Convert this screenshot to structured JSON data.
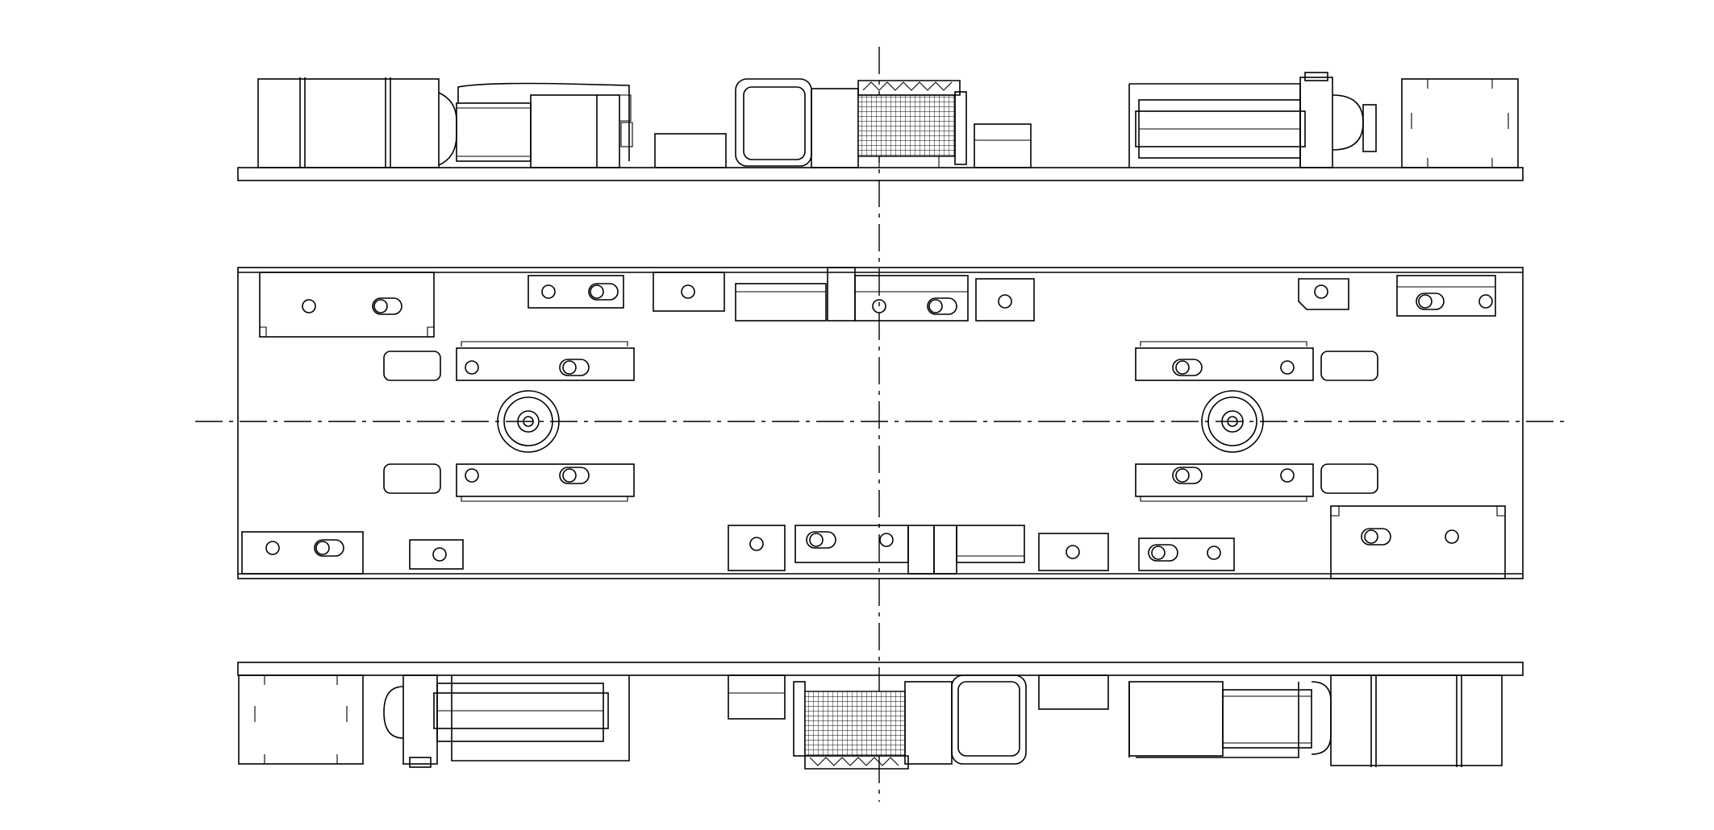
{
  "drawing": {
    "views": [
      {
        "id": "side-view-upper"
      },
      {
        "id": "plan-view"
      },
      {
        "id": "side-view-lower"
      }
    ],
    "labels": []
  },
  "colors": {
    "line": "#000000",
    "background": "#ffffff"
  }
}
